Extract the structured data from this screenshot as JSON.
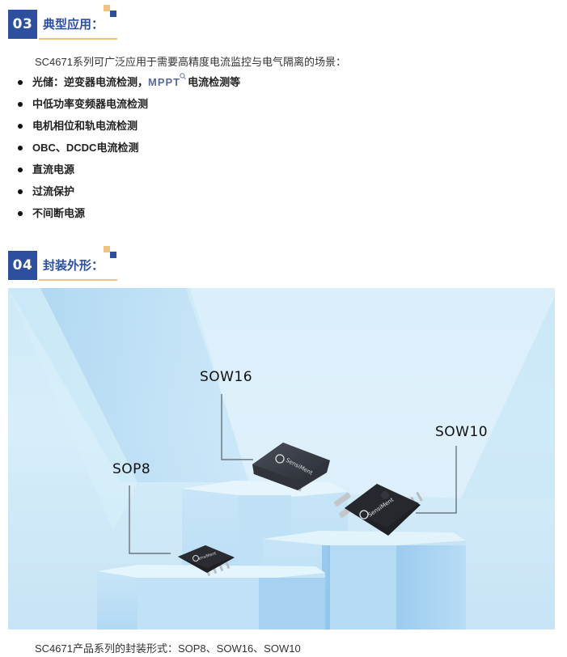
{
  "section03": {
    "number": "03",
    "title": "典型应用：",
    "intro": "SC4671系列可广泛应用于需要高精度电流监控与电气隔离的场景：",
    "items": [
      {
        "prefix": "光储：逆变器电流检测，",
        "link": "MPPT",
        "suffix": "电流检测等",
        "link_icon": "search-icon"
      },
      {
        "text": "中低功率变频器电流检测"
      },
      {
        "text": "电机相位和轨电流检测"
      },
      {
        "text": "OBC、DCDC电流检测"
      },
      {
        "text": "直流电源"
      },
      {
        "text": "过流保护"
      },
      {
        "text": "不间断电源"
      }
    ]
  },
  "section04": {
    "number": "04",
    "title": "封装外形：",
    "figure": {
      "labels": {
        "sow16": "SOW16",
        "sow10": "SOW10",
        "sop8": "SOP8"
      },
      "chip_brand": "SensiMent"
    },
    "caption": "SC4671产品系列的封装形式：SOP8、SOW16、SOW10"
  },
  "colors": {
    "accent_blue": "#2e4f9e",
    "accent_orange": "#efc27f",
    "link_color": "#5b6b97",
    "figure_bg": "#cfe9f7"
  }
}
